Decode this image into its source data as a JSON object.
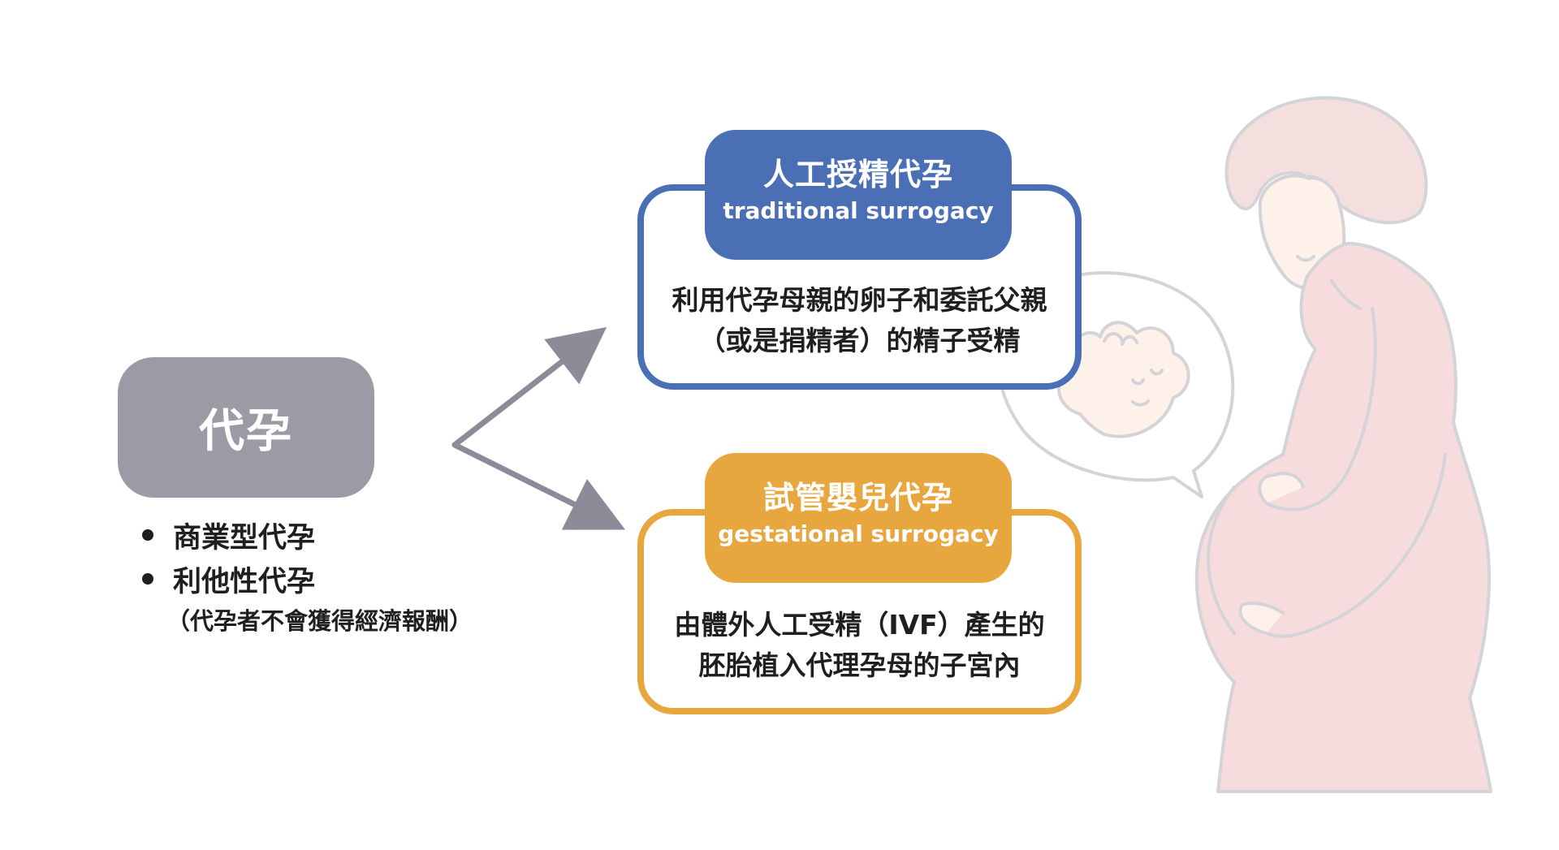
{
  "root": {
    "label": "代孕"
  },
  "types": {
    "items": [
      "商業型代孕",
      "利他性代孕"
    ],
    "note": "（代孕者不會獲得經濟報酬）"
  },
  "methods": [
    {
      "title": "人工授精代孕",
      "subtitle": "traditional surrogacy",
      "description_line1": "利用代孕母親的卵子和委託父親",
      "description_line2": "（或是捐精者）的精子受精",
      "color": "#4b6fb5"
    },
    {
      "title": "試管嬰兒代孕",
      "subtitle": "gestational surrogacy",
      "description_line1": "由體外人工受精（IVF）產生的",
      "description_line2": "胚胎植入代理孕母的子宮內",
      "color": "#e8a63e"
    }
  ],
  "colors": {
    "root_node": "#9b9ba6",
    "arrow": "#8c8c99",
    "illustration_fill": "#f6dcdc",
    "illustration_stroke": "#d4d4d8"
  }
}
